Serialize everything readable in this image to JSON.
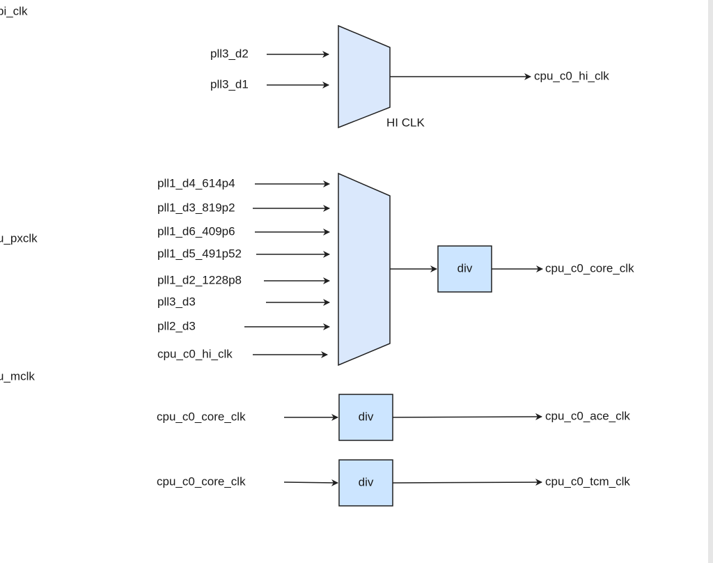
{
  "colors": {
    "mux_fill": "#dae8fc",
    "div_fill": "#cce5ff",
    "stroke": "#1f1f1f"
  },
  "side_labels": [
    "pi_clk",
    "u_pxclk",
    "u_mclk"
  ],
  "hi_clk_mux": {
    "inputs": [
      "pll3_d2",
      "pll3_d1"
    ],
    "caption": "HI CLK",
    "output": "cpu_c0_hi_clk"
  },
  "core_clk_mux": {
    "inputs": [
      "pll1_d4_614p4",
      "pll1_d3_819p2",
      "pll1_d6_409p6",
      "pll1_d5_491p52",
      "pll1_d2_1228p8",
      "pll3_d3",
      "pll2_d3",
      "cpu_c0_hi_clk"
    ],
    "divider_label": "div",
    "output": "cpu_c0_core_clk"
  },
  "ace_clk_path": {
    "input": "cpu_c0_core_clk",
    "divider_label": "div",
    "output": "cpu_c0_ace_clk"
  },
  "tcm_clk_path": {
    "input": "cpu_c0_core_clk",
    "divider_label": "div",
    "output": "cpu_c0_tcm_clk"
  }
}
